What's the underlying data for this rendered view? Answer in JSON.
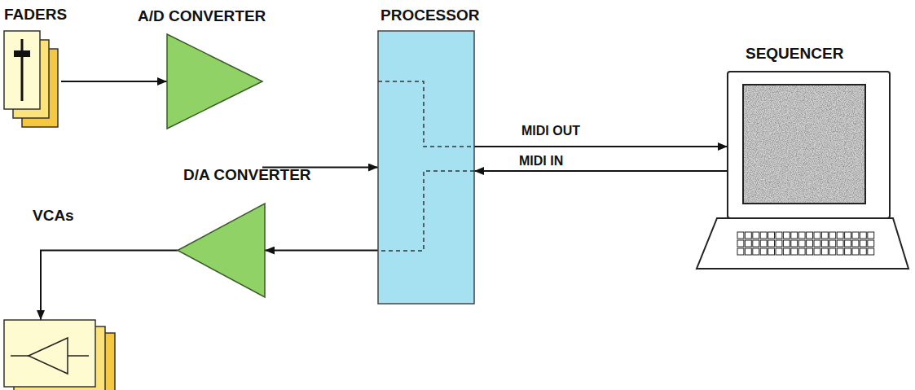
{
  "diagram": {
    "nodes": [
      {
        "text": [
          "FADERS"
        ]
      },
      {
        "text": [
          "A/D CONVERTER"
        ]
      },
      {
        "text": [
          "PROCESSOR"
        ]
      },
      {
        "text": [
          "SEQUENCER"
        ]
      },
      {
        "text": [
          "D/A CONVERTER"
        ]
      },
      {
        "text": [
          "VCAs"
        ]
      }
    ],
    "edges": [
      {
        "from": 0,
        "to": 1,
        "arrow": "to"
      },
      {
        "from": 1,
        "to": 2,
        "arrow": "to"
      },
      {
        "from": 2,
        "to": 3,
        "label": "MIDI OUT",
        "arrow": "to"
      },
      {
        "from": 3,
        "to": 2,
        "label": "MIDI IN",
        "arrow": "to"
      },
      {
        "from": 2,
        "to": 4,
        "arrow": "to"
      },
      {
        "from": 4,
        "to": 5,
        "arrow": "to"
      }
    ]
  }
}
